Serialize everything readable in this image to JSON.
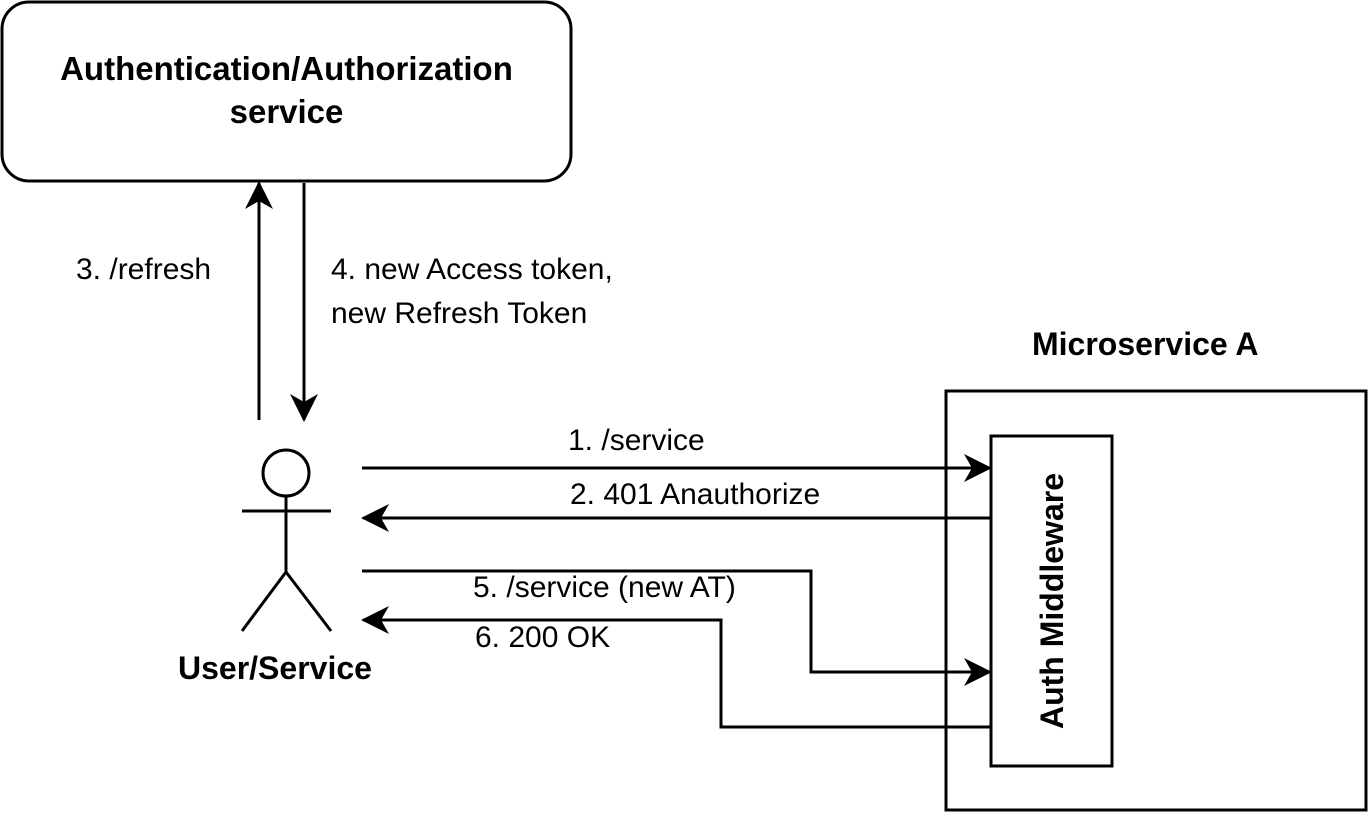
{
  "nodes": {
    "auth_service": {
      "label_line1": "Authentication/Authorization",
      "label_line2": "service"
    },
    "actor": {
      "label": "User/Service"
    },
    "microservice": {
      "label": "Microservice A"
    },
    "middleware": {
      "label": "Auth Middleware"
    }
  },
  "edges": [
    {
      "id": "e1",
      "from": "actor",
      "to": "middleware",
      "label": "1. /service"
    },
    {
      "id": "e2",
      "from": "middleware",
      "to": "actor",
      "label": "2. 401 Anauthorize"
    },
    {
      "id": "e3",
      "from": "actor",
      "to": "auth_service",
      "label": "3. /refresh"
    },
    {
      "id": "e4",
      "from": "auth_service",
      "to": "actor",
      "label_line1": "4. new Access token,",
      "label_line2": "new Refresh Token"
    },
    {
      "id": "e5",
      "from": "actor",
      "to": "middleware",
      "label": "5. /service (new AT)"
    },
    {
      "id": "e6",
      "from": "middleware",
      "to": "actor",
      "label": "6. 200 OK"
    }
  ],
  "colors": {
    "stroke": "#000000",
    "background": "#ffffff"
  }
}
